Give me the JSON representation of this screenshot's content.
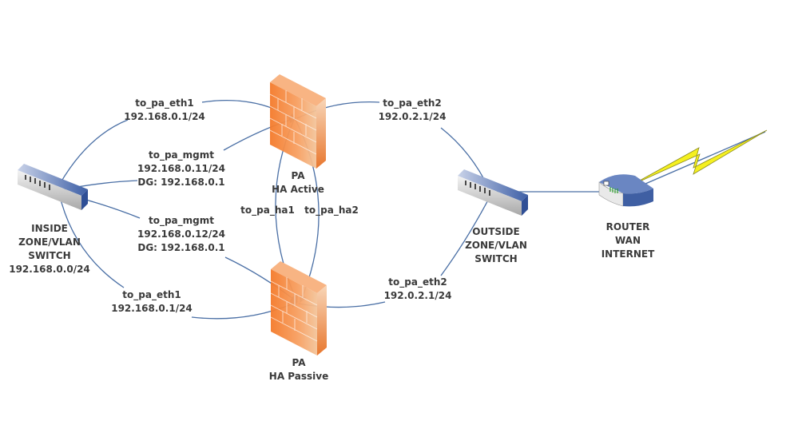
{
  "diagram": {
    "title": "Palo Alto HA Network Topology",
    "colors": {
      "link": "#4a6fa5",
      "text": "#3a3a3a",
      "firewall": "#f08030",
      "switch": "#4a6aa8",
      "lightning": "#f5f020"
    },
    "nodes": {
      "inside_switch": {
        "icon": "switch-icon",
        "lines": [
          "INSIDE",
          "ZONE/VLAN",
          "SWITCH",
          "192.168.0.0/24"
        ]
      },
      "pa_active": {
        "icon": "firewall-icon",
        "lines": [
          "PA",
          "HA Active"
        ]
      },
      "pa_passive": {
        "icon": "firewall-icon",
        "lines": [
          "PA",
          "HA Passive"
        ]
      },
      "outside_switch": {
        "icon": "switch-icon",
        "lines": [
          "OUTSIDE",
          "ZONE/VLAN",
          "SWITCH"
        ]
      },
      "router": {
        "icon": "router-icon",
        "lines": [
          "ROUTER",
          "WAN",
          "INTERNET"
        ]
      }
    },
    "links": {
      "active_eth1": {
        "from": "inside_switch",
        "to": "pa_active",
        "lines": [
          "to_pa_eth1",
          "192.168.0.1/24"
        ]
      },
      "active_mgmt": {
        "from": "inside_switch",
        "to": "pa_active",
        "lines": [
          "to_pa_mgmt",
          "192.168.0.11/24",
          "DG: 192.168.0.1"
        ]
      },
      "passive_mgmt": {
        "from": "inside_switch",
        "to": "pa_passive",
        "lines": [
          "to_pa_mgmt",
          "192.168.0.12/24",
          "DG: 192.168.0.1"
        ]
      },
      "passive_eth1": {
        "from": "inside_switch",
        "to": "pa_passive",
        "lines": [
          "to_pa_eth1",
          "192.168.0.1/24"
        ]
      },
      "ha1": {
        "from": "pa_active",
        "to": "pa_passive",
        "lines": [
          "to_pa_ha1"
        ]
      },
      "ha2": {
        "from": "pa_active",
        "to": "pa_passive",
        "lines": [
          "to_pa_ha2"
        ]
      },
      "active_eth2": {
        "from": "pa_active",
        "to": "outside_switch",
        "lines": [
          "to_pa_eth2",
          "192.0.2.1/24"
        ]
      },
      "passive_eth2": {
        "from": "pa_passive",
        "to": "outside_switch",
        "lines": [
          "to_pa_eth2",
          "192.0.2.1/24"
        ]
      },
      "uplink": {
        "from": "outside_switch",
        "to": "router",
        "lines": []
      },
      "wan": {
        "from": "router",
        "to": "internet",
        "lines": []
      }
    }
  }
}
